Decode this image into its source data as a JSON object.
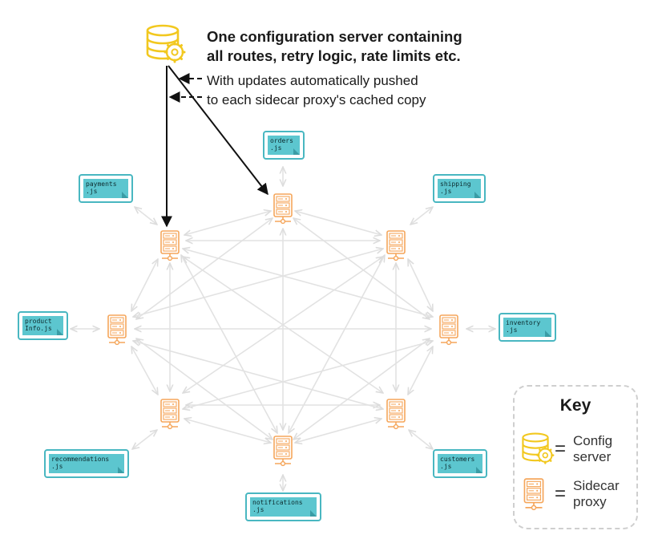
{
  "heading": {
    "line1": "One configuration server containing",
    "line2": "all routes, retry logic, rate limits etc."
  },
  "note": {
    "line1": "With updates automatically pushed",
    "line2": "to each sidecar proxy's cached copy"
  },
  "services": [
    {
      "id": "orders",
      "label": "orders\n.js"
    },
    {
      "id": "payments",
      "label": "payments\n.js"
    },
    {
      "id": "shipping",
      "label": "shipping\n.js"
    },
    {
      "id": "productinfo",
      "label": "product\nInfo.js"
    },
    {
      "id": "inventory",
      "label": "inventory\n.js"
    },
    {
      "id": "recommendations",
      "label": "recommendations\n.js"
    },
    {
      "id": "customers",
      "label": "customers\n.js"
    },
    {
      "id": "notifications",
      "label": "notifications\n.js"
    }
  ],
  "key": {
    "title": "Key",
    "equals": "=",
    "config_label_1": "Config",
    "config_label_2": "server",
    "sidecar_label_1": "Sidecar",
    "sidecar_label_2": "proxy"
  },
  "colors": {
    "config": "#f2c81f",
    "sidecar": "#f5a65b",
    "service_fill": "#5cc6cf",
    "service_border": "#49b7c1",
    "mesh": "#e2e2e2",
    "arrow": "#111111"
  },
  "icons": {
    "config": "database-gear-icon",
    "sidecar": "server-icon"
  }
}
